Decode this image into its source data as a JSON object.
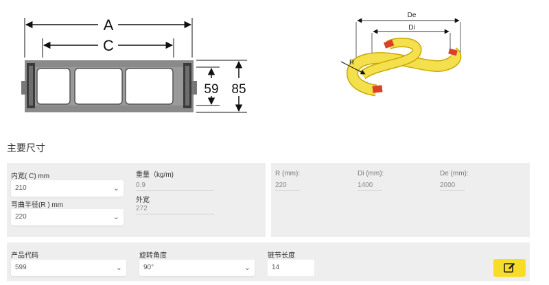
{
  "diagrams": {
    "cross_section": {
      "dim_a": "A",
      "dim_c": "C",
      "dim_inner_height": "59",
      "dim_outer_height": "85"
    },
    "bend": {
      "label_de": "De",
      "label_di": "Di",
      "label_r": "R"
    }
  },
  "section_title": "主要尺寸",
  "left_panel": {
    "inner_width": {
      "label": "内宽( C) mm",
      "value": "210"
    },
    "bend_radius": {
      "label": "弯曲半径(R ) mm",
      "value": "220"
    },
    "weight": {
      "label": "重量（kg/m)",
      "value": "0.9"
    },
    "outer_width": {
      "label": "外宽",
      "value": "272"
    }
  },
  "right_panel": {
    "r": {
      "label": "R (mm):",
      "value": "220"
    },
    "di": {
      "label": "Di (mm):",
      "value": "1400"
    },
    "de": {
      "label": "De (mm):",
      "value": "2000"
    }
  },
  "bottom_panel": {
    "product_code": {
      "label": "产品代码",
      "value": "599"
    },
    "rotation_angle": {
      "label": "旋转角度",
      "value": "90°"
    },
    "link_length": {
      "label": "链节长度",
      "value": "14"
    }
  },
  "colors": {
    "accent": "#f7dd2a",
    "panel_bg": "#eeeeee",
    "chain_yellow": "#f4e04d",
    "chain_red": "#d9412b"
  }
}
